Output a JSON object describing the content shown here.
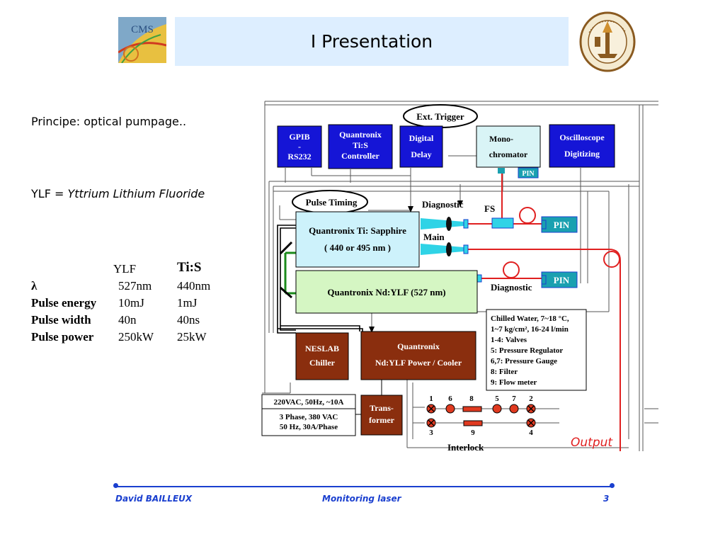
{
  "slide": {
    "title": "I Presentation",
    "logo_left_text": "CMS",
    "principle": "Principe: optical pumpage..",
    "ylf_prefix": "YLF = ",
    "ylf_def": "Yttrium Lithium Fluoride"
  },
  "specs": {
    "col1_header": "YLF",
    "col2_header": "Ti:S",
    "rows": [
      {
        "label": "λ",
        "ylf": "527nm",
        "tis": "440nm"
      },
      {
        "label": "Pulse energy",
        "ylf": "10mJ",
        "tis": "1mJ"
      },
      {
        "label": "Pulse width",
        "ylf": "40n",
        "tis": "40ns"
      },
      {
        "label": "Pulse power",
        "ylf": "250kW",
        "tis": "25kW"
      }
    ]
  },
  "diagram": {
    "ext_trigger": "Ext. Trigger",
    "gpib": [
      "GPIB",
      "-",
      "RS232"
    ],
    "controller": [
      "Quantronix",
      "Ti:S",
      "Controller"
    ],
    "delay": [
      "Digital",
      "Delay"
    ],
    "mono": [
      "Mono-",
      "chromator"
    ],
    "oscillo": [
      "Oscilloscope",
      "Digitizing"
    ],
    "pin": "PIN",
    "pulse_timing": "Pulse Timing",
    "diagnostic": "Diagnostic",
    "fs": "FS",
    "main": "Main",
    "tis_box": [
      "Quantronix Ti: Sapphire",
      "( 440 or 495 nm )"
    ],
    "ylf_box": "Quantronix Nd:YLF  (527 nm)",
    "neslab": [
      "NESLAB",
      "Chiller"
    ],
    "power": [
      "Quantronix",
      "Nd:YLF Power / Cooler"
    ],
    "water": [
      "Chilled Water, 7~18 °C,",
      "1~7 kg/cm², 16-24 l/min",
      "1-4: Valves",
      "5: Pressure  Regulator",
      "6,7: Pressure Gauge",
      "8: Filter",
      "9: Flow meter"
    ],
    "supply": [
      "220VAC, 50Hz, ~10A",
      "3 Phase, 380 VAC",
      "50 Hz, 30A/Phase"
    ],
    "transformer": [
      "Trans-",
      "former"
    ],
    "valve_top": [
      "1",
      "6",
      "8",
      "5",
      "7",
      "2"
    ],
    "valve_bottom": [
      "3",
      "9",
      "4"
    ],
    "interlock": "Interlock",
    "output": "Output"
  },
  "footer": {
    "author": "David BAILLEUX",
    "topic": "Monitoring laser",
    "page": "3"
  }
}
